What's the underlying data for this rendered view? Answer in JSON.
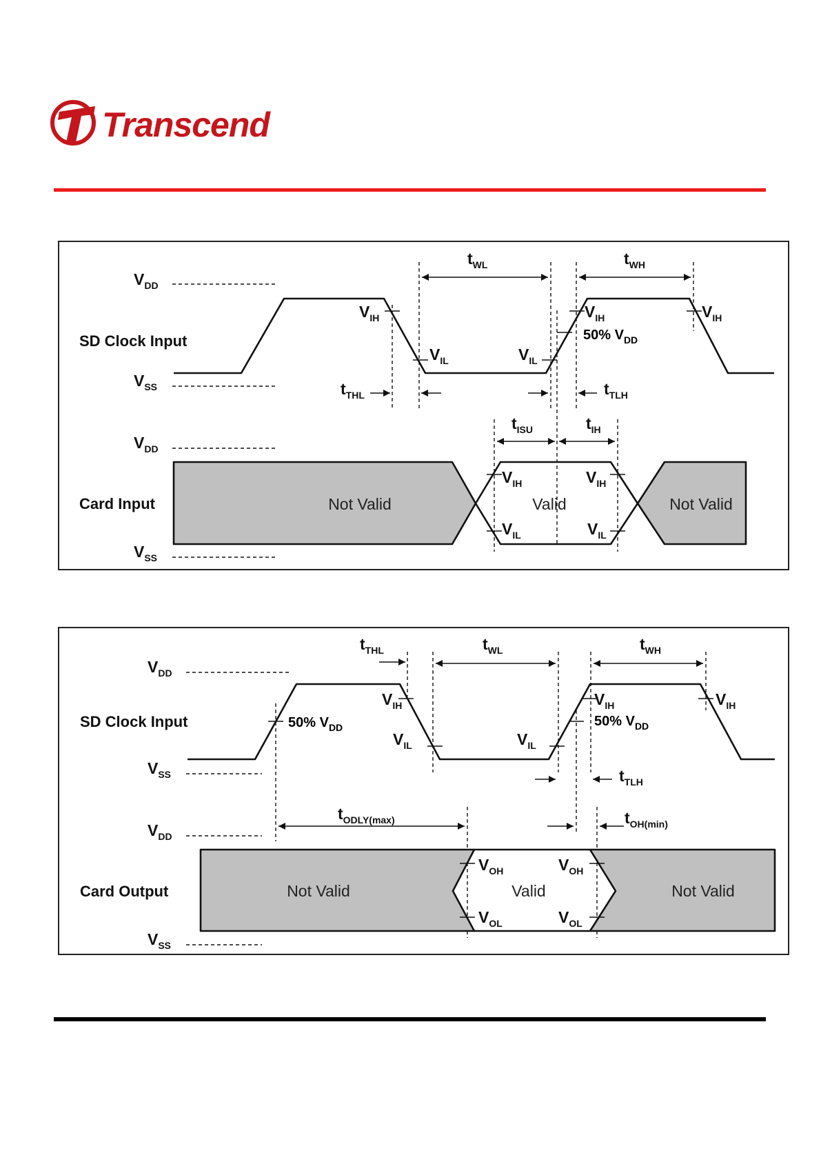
{
  "brand": {
    "logo_text": "Transcend",
    "colors": {
      "brand_red": "#c4161c",
      "rule_red": "#ee1c1c",
      "rule_black": "#000000",
      "shade": "#c0c0c0"
    },
    "logo_icon": "transcend-t-icon"
  },
  "diagram1": {
    "rows": {
      "clock": "SD Clock Input",
      "data": "Card Input"
    },
    "levels": {
      "vdd": "V",
      "vdd_sub": "DD",
      "vss": "V",
      "vss_sub": "SS"
    },
    "thresholds": {
      "vih": "V",
      "vih_sub": "IH",
      "vil": "V",
      "vil_sub": "IL",
      "half": "50% V",
      "half_sub": "DD"
    },
    "timings": {
      "twl": "t",
      "twl_sub": "WL",
      "twh": "t",
      "twh_sub": "WH",
      "tthl": "t",
      "tthl_sub": "THL",
      "ttlh": "t",
      "ttlh_sub": "TLH",
      "tisu": "t",
      "tisu_sub": "ISU",
      "tih": "t",
      "tih_sub": "IH"
    },
    "regions": {
      "left": "Not Valid",
      "mid": "Valid",
      "right": "Not Valid"
    }
  },
  "diagram2": {
    "rows": {
      "clock": "SD Clock Input",
      "data": "Card Output"
    },
    "levels": {
      "vdd": "V",
      "vdd_sub": "DD",
      "vss": "V",
      "vss_sub": "SS"
    },
    "thresholds": {
      "vih": "V",
      "vih_sub": "IH",
      "vil": "V",
      "vil_sub": "IL",
      "voh": "V",
      "voh_sub": "OH",
      "vol": "V",
      "vol_sub": "OL",
      "half": "50% V",
      "half_sub": "DD"
    },
    "timings": {
      "tthl": "t",
      "tthl_sub": "THL",
      "twl": "t",
      "twl_sub": "WL",
      "twh": "t",
      "twh_sub": "WH",
      "ttlh": "t",
      "ttlh_sub": "TLH",
      "todly": "t",
      "todly_sub": "ODLY(max)",
      "toh": "t",
      "toh_sub": "OH(min)"
    },
    "regions": {
      "left": "Not Valid",
      "mid": "Valid",
      "right": "Not Valid"
    }
  }
}
